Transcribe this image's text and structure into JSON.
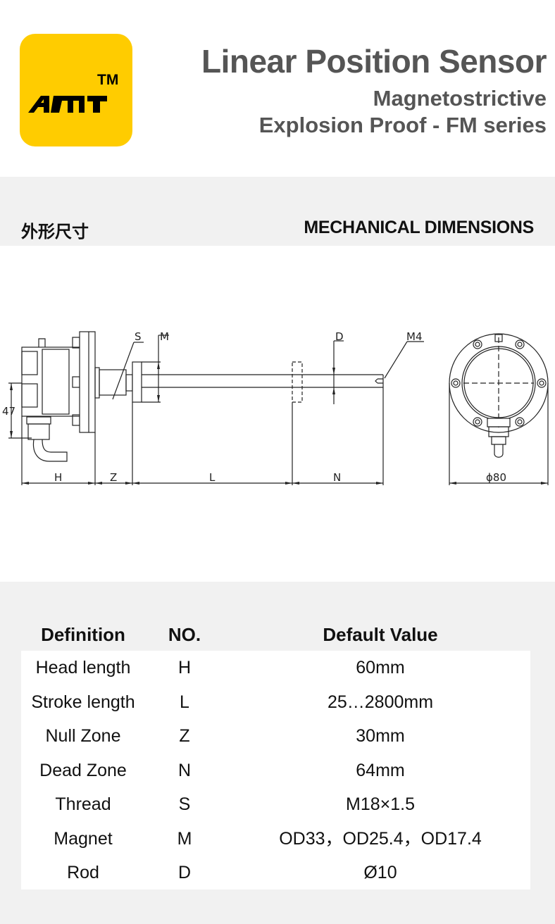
{
  "header": {
    "logo": {
      "text": "AMT",
      "trademark": "TM",
      "background": "#ffcc00"
    },
    "title": "Linear Position Sensor",
    "subtitle_line1": "Magnetostrictive",
    "subtitle_line2": "Explosion Proof - FM series",
    "text_color": "#555555"
  },
  "section": {
    "title_cn": "外形尺寸",
    "title_en": "MECHANICAL DIMENSIONS",
    "band_color": "#f1f1f1"
  },
  "drawing": {
    "side_view_labels": {
      "S": "S",
      "M": "M",
      "D": "D",
      "M4": "M4",
      "height_47": "47",
      "H": "H",
      "Z": "Z",
      "L": "L",
      "N": "N"
    },
    "front_view_labels": {
      "diameter": "ϕ80"
    }
  },
  "table": {
    "headers": {
      "definition": "Definition",
      "no": "NO.",
      "default_value": "Default Value"
    },
    "rows": [
      {
        "definition": "Head length",
        "no": "H",
        "value": "60mm"
      },
      {
        "definition": "Stroke length",
        "no": "L",
        "value": "25…2800mm"
      },
      {
        "definition": "Null Zone",
        "no": "Z",
        "value": "30mm"
      },
      {
        "definition": "Dead Zone",
        "no": "N",
        "value": "64mm"
      },
      {
        "definition": "Thread",
        "no": "S",
        "value": "M18×1.5"
      },
      {
        "definition": "Magnet",
        "no": "M",
        "value": "OD33，OD25.4，OD17.4"
      },
      {
        "definition": "Rod",
        "no": "D",
        "value": "Ø10"
      }
    ]
  }
}
